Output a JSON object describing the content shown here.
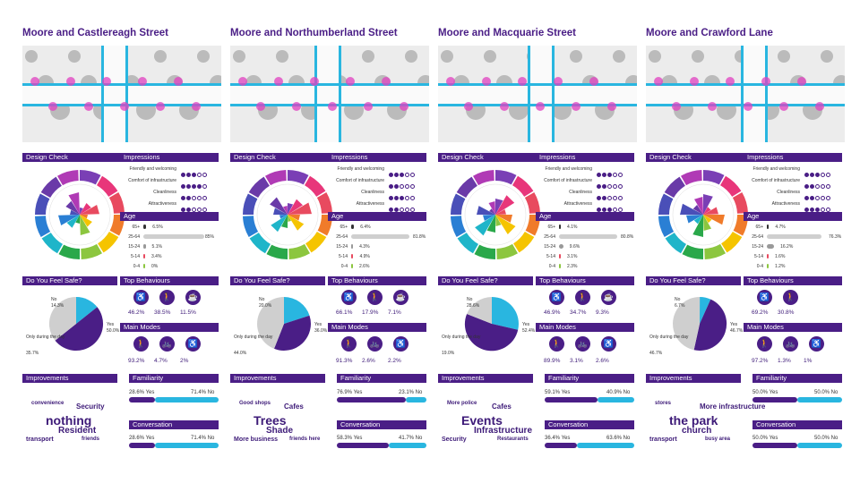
{
  "labels": {
    "design": "Design Check",
    "impressions": "Impressions",
    "age": "Age",
    "safe": "Do You Feel Safe?",
    "behaviours": "Top Behaviours",
    "modes": "Main Modes",
    "improvements": "Improvements",
    "familiarity": "Familiarity",
    "conversation": "Conversation"
  },
  "impression_items": [
    "Friendly and welcoming",
    "Comfort of infrastructure",
    "Cleanliness",
    "Attractiveness"
  ],
  "age_labels": [
    "65+",
    "25-64",
    "15-24",
    "5-14",
    "0-4"
  ],
  "safe_labels": {
    "no": "No",
    "yes": "Yes",
    "day": "Only during the day"
  },
  "columns": [
    {
      "title": "Moore and Castlereagh Street",
      "impressions": [
        3,
        4,
        2,
        2
      ],
      "age": [
        "6.5%",
        "85%",
        "5.1%",
        "3.4%",
        "0%"
      ],
      "age_values": [
        6.5,
        85,
        5.1,
        3.4,
        0
      ],
      "safe": {
        "no": "14.3%",
        "yes": "50.0%",
        "day": "35.7%"
      },
      "safe_values": [
        14.3,
        50.0,
        35.7
      ],
      "behaviours": [
        "46.2%",
        "38.5%",
        "11.5%"
      ],
      "modes": [
        "93.2%",
        "4.7%",
        "2%"
      ],
      "familiarity": {
        "yes": "28.6% Yes",
        "no": "71.4% No",
        "value": 28.6
      },
      "conversation": {
        "yes": "28.6% Yes",
        "no": "71.4% No",
        "value": 28.6
      },
      "cloud": [
        "nothing",
        "Resident",
        "Security",
        "transport",
        "friends",
        "convenience"
      ]
    },
    {
      "title": "Moore and Northumberland Street",
      "impressions": [
        3,
        2,
        3,
        2
      ],
      "age": [
        "6.4%",
        "81.8%",
        "4.3%",
        "4.9%",
        "2.6%"
      ],
      "age_values": [
        6.4,
        81.8,
        4.3,
        4.9,
        2.6
      ],
      "safe": {
        "no": "20.0%",
        "yes": "36.0%",
        "day": "44.0%"
      },
      "safe_values": [
        20.0,
        36.0,
        44.0
      ],
      "behaviours": [
        "66.1%",
        "17.9%",
        "7.1%"
      ],
      "modes": [
        "91.3%",
        "2.6%",
        "2.2%"
      ],
      "familiarity": {
        "yes": "76.9% Yes",
        "no": "23.1% No",
        "value": 76.9
      },
      "conversation": {
        "yes": "58.3% Yes",
        "no": "41.7% No",
        "value": 58.3
      },
      "cloud": [
        "Trees",
        "Shade",
        "Cafes",
        "More business",
        "friends here",
        "Good shops"
      ]
    },
    {
      "title": "Moore and Macquarie Street",
      "impressions": [
        3,
        2,
        2,
        3
      ],
      "age": [
        "4.1%",
        "80.8%",
        "9.6%",
        "3.1%",
        "2.3%"
      ],
      "age_values": [
        4.1,
        80.8,
        9.6,
        3.1,
        2.3
      ],
      "safe": {
        "no": "28.6%",
        "yes": "52.4%",
        "day": "19.0%"
      },
      "safe_values": [
        28.6,
        52.4,
        19.0
      ],
      "behaviours": [
        "46.9%",
        "34.7%",
        "9.3%"
      ],
      "modes": [
        "89.9%",
        "3.1%",
        "2.6%"
      ],
      "familiarity": {
        "yes": "59.1% Yes",
        "no": "40.9% No",
        "value": 59.1
      },
      "conversation": {
        "yes": "36.4% Yes",
        "no": "63.6% No",
        "value": 36.4
      },
      "cloud": [
        "Events",
        "Infrastructure",
        "Cafes",
        "Security",
        "Restaurants",
        "More police"
      ]
    },
    {
      "title": "Moore and Crawford Lane",
      "impressions": [
        3,
        2,
        2,
        3
      ],
      "age": [
        "4.7%",
        "76.3%",
        "16.2%",
        "1.6%",
        "1.2%"
      ],
      "age_values": [
        4.7,
        76.3,
        16.2,
        1.6,
        1.2
      ],
      "safe": {
        "no": "6.7%",
        "yes": "46.7%",
        "day": "46.7%"
      },
      "safe_values": [
        6.7,
        46.7,
        46.7
      ],
      "behaviours": [
        "69.2%",
        "30.8%"
      ],
      "modes": [
        "97.2%",
        "1.3%",
        "1%"
      ],
      "familiarity": {
        "yes": "50.0% Yes",
        "no": "50.0% No",
        "value": 50.0
      },
      "conversation": {
        "yes": "50.0% Yes",
        "no": "50.0% No",
        "value": 50.0
      },
      "cloud": [
        "the park",
        "church",
        "More infrastructure",
        "transport",
        "busy area",
        "stores"
      ]
    }
  ],
  "colors": {
    "purple": "#4a1e86",
    "cyan": "#29b6e0",
    "grey": "#cfcfcf",
    "magenta": "#e040c0"
  }
}
